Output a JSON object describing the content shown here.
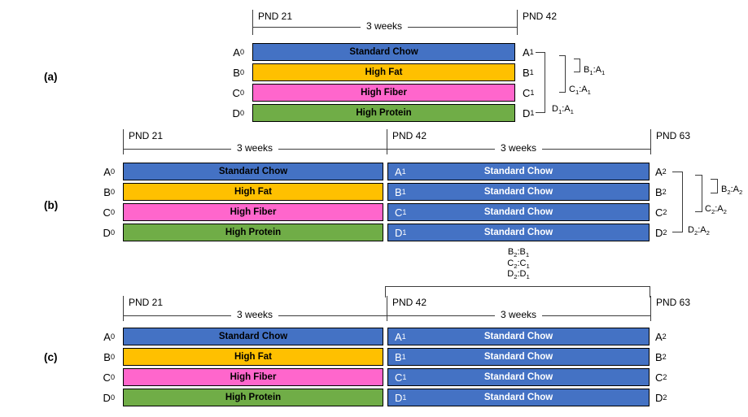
{
  "figure": {
    "palette": {
      "standard_chow": "#4472C4",
      "high_fat": "#FFC000",
      "high_fiber": "#FF66CC",
      "high_protein": "#70AD47"
    },
    "sections": {
      "a": {
        "label": "(a)",
        "timeline": {
          "start": "PND 21",
          "end": "PND 42",
          "duration": "3 weeks"
        },
        "rows": [
          {
            "left": "A_0",
            "diet": "Standard Chow",
            "right": "A_1"
          },
          {
            "left": "B_0",
            "diet": "High Fat",
            "right": "B_1"
          },
          {
            "left": "C_0",
            "diet": "High Fiber",
            "right": "C_1"
          },
          {
            "left": "D_0",
            "diet": "High Protein",
            "right": "D_1"
          }
        ],
        "comparisons": [
          {
            "label": "B_1:A_1"
          },
          {
            "label": "C_1:A_1"
          },
          {
            "label": "D_1:A_1"
          }
        ]
      },
      "b": {
        "label": "(b)",
        "timeline": {
          "start": "PND 21",
          "mid": "PND 42",
          "end": "PND 63",
          "duration1": "3 weeks",
          "duration2": "3 weeks"
        },
        "rows": [
          {
            "left": "A_0",
            "phase1_diet": "Standard Chow",
            "phase2_label": "A_1",
            "phase2_diet": "Standard Chow",
            "right": "A_2"
          },
          {
            "left": "B_0",
            "phase1_diet": "High Fat",
            "phase2_label": "B_1",
            "phase2_diet": "Standard Chow",
            "right": "B_2"
          },
          {
            "left": "C_0",
            "phase1_diet": "High Fiber",
            "phase2_label": "C_1",
            "phase2_diet": "Standard Chow",
            "right": "C_2"
          },
          {
            "left": "D_0",
            "phase1_diet": "High Protein",
            "phase2_label": "D_1",
            "phase2_diet": "Standard Chow",
            "right": "D_2"
          }
        ],
        "comparisons": [
          {
            "label": "B_2:A_2"
          },
          {
            "label": "C_2:A_2"
          },
          {
            "label": "D_2:A_2"
          }
        ]
      },
      "cross_comparisons": {
        "lines": [
          "B_2:B_1",
          "C_2:C_1",
          "D_2:D_1"
        ]
      },
      "c": {
        "label": "(c)",
        "timeline": {
          "start": "PND 21",
          "mid": "PND 42",
          "end": "PND 63",
          "duration1": "3 weeks",
          "duration2": "3 weeks"
        },
        "rows": [
          {
            "left": "A_0",
            "phase1_diet": "Standard Chow",
            "phase2_label": "A_1",
            "phase2_diet": "Standard Chow",
            "right": "A_2"
          },
          {
            "left": "B_0",
            "phase1_diet": "High Fat",
            "phase2_label": "B_1",
            "phase2_diet": "Standard Chow",
            "right": "B_2"
          },
          {
            "left": "C_0",
            "phase1_diet": "High Fiber",
            "phase2_label": "C_1",
            "phase2_diet": "Standard Chow",
            "right": "C_2"
          },
          {
            "left": "D_0",
            "phase1_diet": "High Protein",
            "phase2_label": "D_1",
            "phase2_diet": "Standard Chow",
            "right": "D_2"
          }
        ]
      }
    }
  }
}
